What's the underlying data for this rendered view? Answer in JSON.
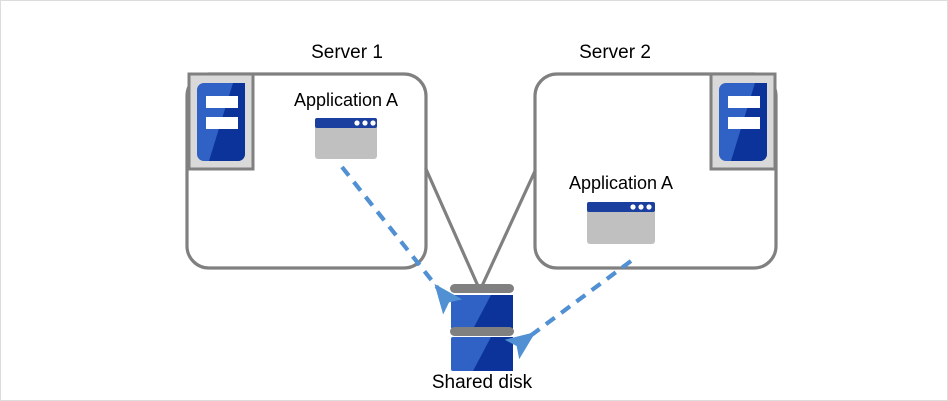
{
  "diagram": {
    "title_text_color": "#000000",
    "colors": {
      "box_border": "#808080",
      "icon_frame_fill": "#d9d9d9",
      "icon_frame_border": "#808080",
      "server_blue_light": "#2f62c4",
      "server_blue_dark": "#0b3399",
      "app_window_body": "#c0c0c0",
      "app_window_titlebar": "#1a3f9e",
      "app_window_dot": "#ffffff",
      "disk_bar_gray": "#808080",
      "disk_blue_light": "#2f62c4",
      "disk_blue_dark": "#0b3399",
      "arrow_dashed_blue": "#5090d3",
      "connector_gray": "#808080",
      "canvas_border": "#dcdcdc",
      "canvas_background": "#ffffff"
    },
    "servers": [
      {
        "name": "server-1",
        "title": "Server 1",
        "app_label": "Application A",
        "icon_name": "server-rack-icon"
      },
      {
        "name": "server-2",
        "title": "Server 2",
        "app_label": "Application A",
        "icon_name": "server-rack-icon"
      }
    ],
    "storage": {
      "name": "shared-disk",
      "label": "Shared disk",
      "icon_name": "disk-stack-icon",
      "platters": 2
    },
    "connections": [
      {
        "name": "server-1-to-disk",
        "from": "server-1-application-a",
        "to": "shared-disk",
        "style": "dashed",
        "color": "#5090d3"
      },
      {
        "name": "server-2-to-disk",
        "from": "server-2-application-a",
        "to": "shared-disk",
        "style": "dashed",
        "color": "#5090d3"
      },
      {
        "name": "server-1-link",
        "from": "server-1",
        "to": "shared-disk",
        "style": "solid",
        "color": "#808080"
      },
      {
        "name": "server-2-link",
        "from": "server-2",
        "to": "shared-disk",
        "style": "solid",
        "color": "#808080"
      }
    ]
  }
}
